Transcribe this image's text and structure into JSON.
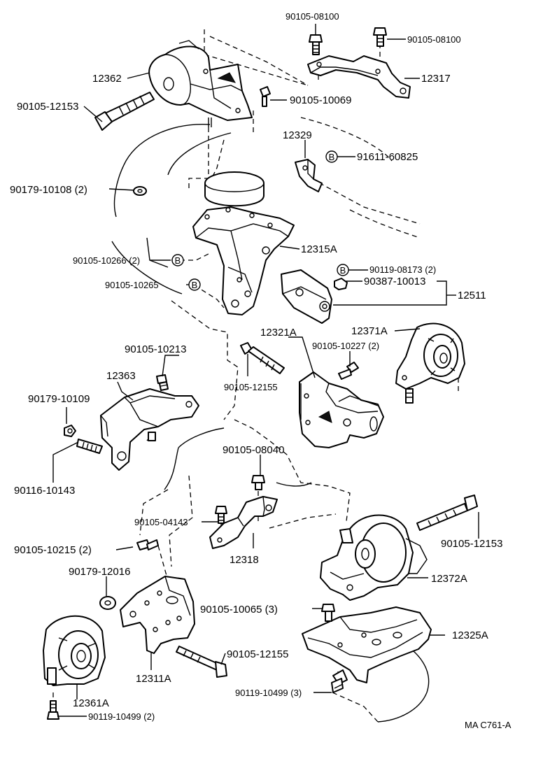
{
  "labels": {
    "p90105_08100_a": "90105-08100",
    "p90105_08100_b": "90105-08100",
    "p12317": "12317",
    "p12362": "12362",
    "p90105_12153_a": "90105-12153",
    "p90105_10069": "90105-10069",
    "p12329": "12329",
    "p91611_60825": "91611-60825",
    "p90179_10108": "90179-10108 (2)",
    "p90105_10266": "90105-10266 (2)",
    "p12315A": "12315A",
    "p90105_10265": "90105-10265",
    "p90119_08173": "90119-08173 (2)",
    "p90387_10013": "90387-10013",
    "p12511": "12511",
    "p12321A": "12321A",
    "p12371A": "12371A",
    "p90105_10213": "90105-10213",
    "p90105_10227": "90105-10227 (2)",
    "p12363": "12363",
    "p90105_12155_a": "90105-12155",
    "p90179_10109": "90179-10109",
    "p90116_10143": "90116-10143",
    "p90105_08040": "90105-08040",
    "p90105_04143": "90105-04143",
    "p90105_12153_b": "90105-12153",
    "p90105_10215": "90105-10215 (2)",
    "p12318": "12318",
    "p90179_12016": "90179-12016",
    "p12372A": "12372A",
    "p90105_10065": "90105-10065 (3)",
    "p12325A": "12325A",
    "p90105_12155_b": "90105-12155",
    "p12311A": "12311A",
    "p12361A": "12361A",
    "p90119_10499_a": "90119-10499 (3)",
    "p90119_10499_b": "90119-10499 (2)",
    "ref_code": "MA  C761-A",
    "circle_b": "B"
  },
  "colors": {
    "ink": "#000000",
    "paper": "#ffffff"
  }
}
